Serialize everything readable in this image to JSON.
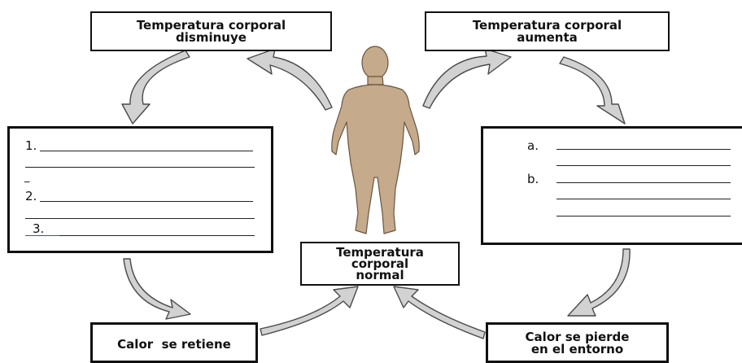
{
  "nodes": {
    "top_left": {
      "lines": [
        "Temperatura corporal",
        "disminuye"
      ]
    },
    "top_right": {
      "lines": [
        "Temperatura corporal",
        "aumenta"
      ]
    },
    "center": {
      "lines": [
        "Temperatura",
        "corporal",
        "normal"
      ]
    },
    "bottom_left": {
      "lines": [
        "Calor  se retiene"
      ]
    },
    "bottom_right": {
      "lines": [
        "Calor se pierde",
        "en el entorno"
      ]
    }
  },
  "left_list": {
    "items": [
      "1.",
      "2.",
      "3."
    ],
    "stray_mark": "_"
  },
  "right_list": {
    "items": [
      "a.",
      "b."
    ]
  },
  "colors": {
    "arrow_fill": "#d2d2d2",
    "arrow_stroke": "#4a4a4a",
    "figure_fill": "#c5aa8b",
    "figure_stroke": "#6b5540",
    "line": "#222222",
    "link_blue": "#2b4fd8"
  }
}
